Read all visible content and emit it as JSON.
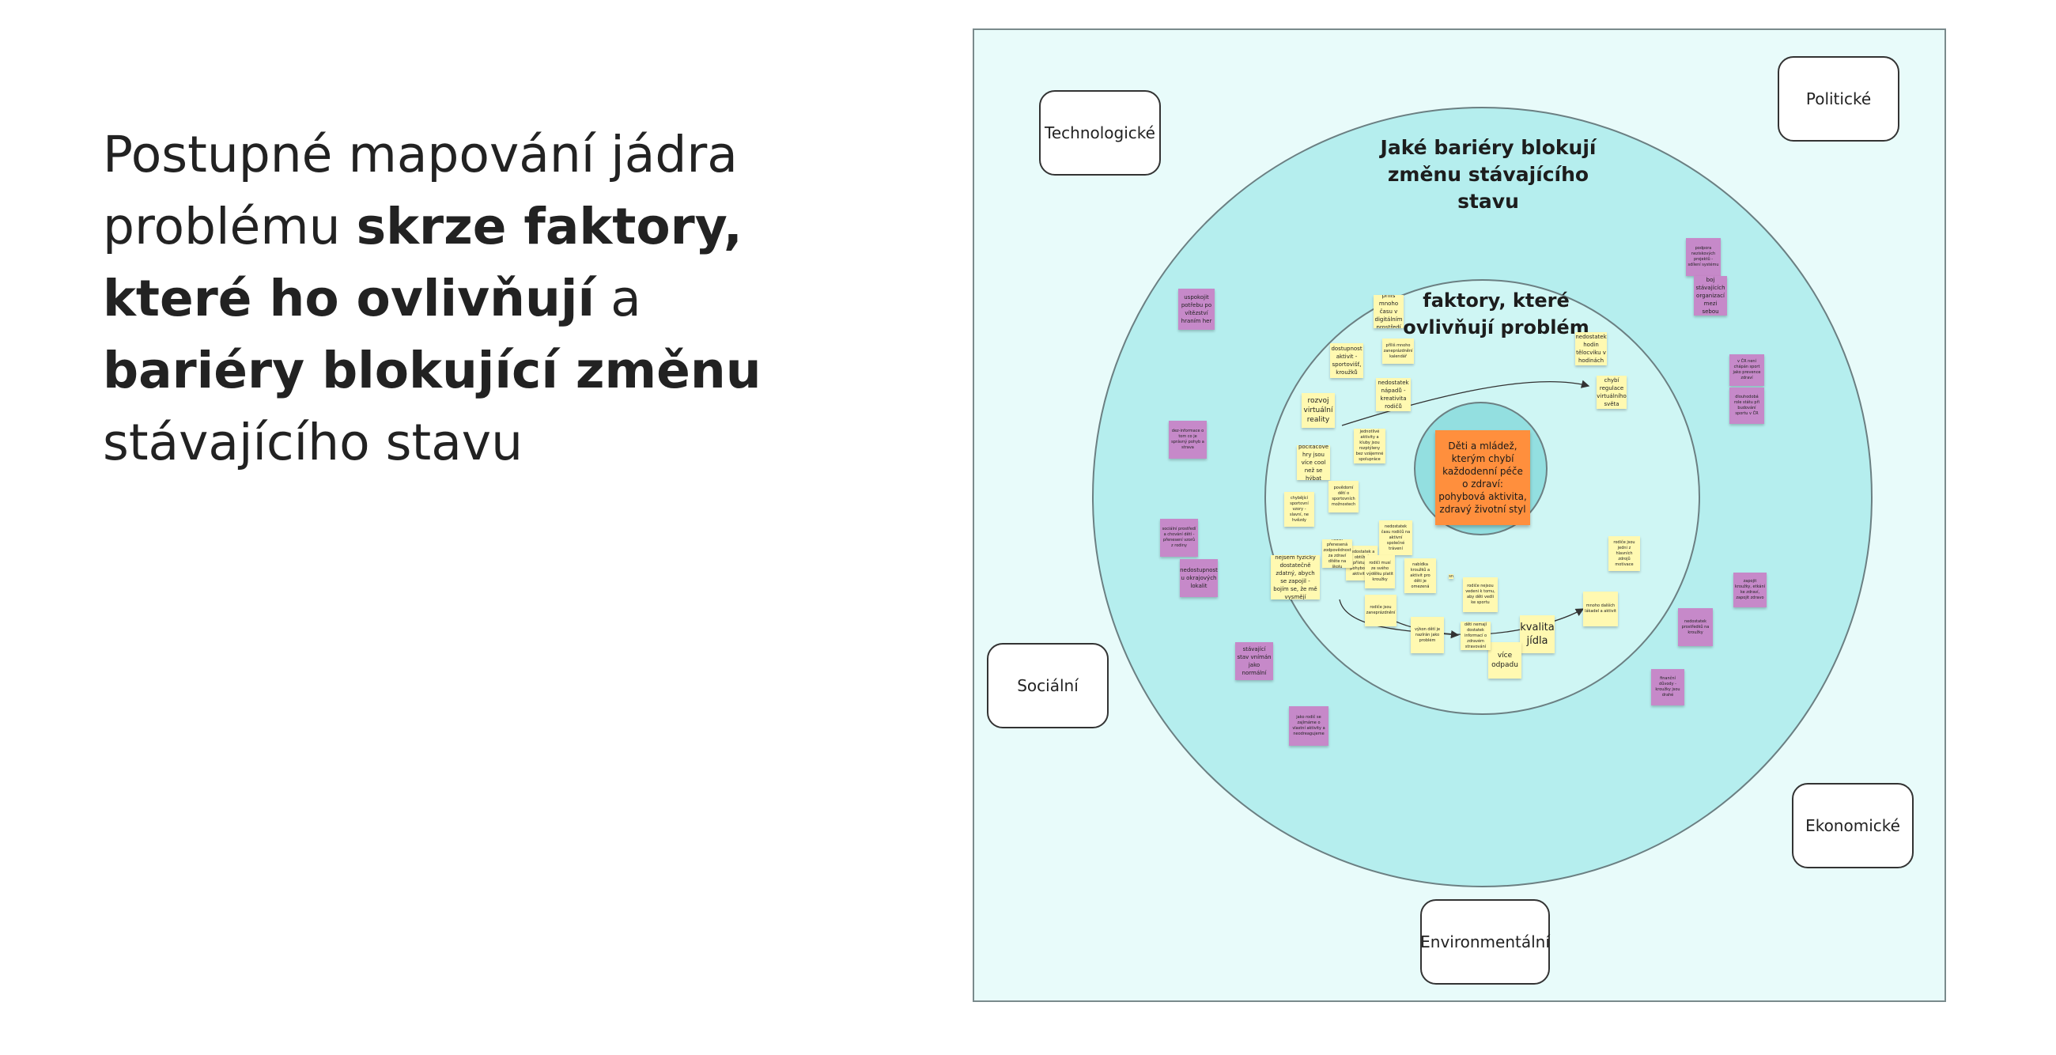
{
  "headline": {
    "p1": "Postupné mapování jádra problému ",
    "b1": "skrze faktory, které ho ovlivňují",
    "p2": " a ",
    "b2": "bariéry blokující změnu",
    "p3": " stávajícího stavu"
  },
  "board": {
    "categories": {
      "technological": "Technologické",
      "political": "Politické",
      "social": "Sociální",
      "economic": "Ekonomické",
      "environmental": "Environmentální"
    },
    "barrier_ring_title": "Jaké bariéry blokují změnu stávajícího stavu",
    "factor_ring_title": "faktory, které ovlivňují problém",
    "core_problem": "Děti a mládež, kterým chybí každodenní péče o zdraví: pohybová aktivita, zdravý životní styl",
    "factor_notes": [
      "příliš mnoho času v digitálním prostředí",
      "dostupnost aktivit - sportovišť, kroužků",
      "příliš mnoho zaneprázdnění kalendář",
      "nedostatek nápadů - kreativita rodičů",
      "rozvoj virtuální reality",
      "nedostatek hodin tělocviku v hodinách",
      "chybí regulace virtuálního světa",
      "jednotlivé aktivity a kluby jsou rozptýleny bez vzájemné spolupráce",
      "počítačové hry jsou více cool než se hýbat",
      "povědomí dětí o sportovních možnostech",
      "chybějící sportovní vzory - slavní, ne hvězdy",
      "nedostatek času rodičů na aktivní společné trávení",
      "nedostatek a obtížný přístup k pohybovým aktivitám",
      "nejsem fyzicky dostatečně zdatný, abych se zapojil - bojím se, že mě vysmějí",
      "rodiči přenesená zodpovědnost za zdraví dítěte na školu",
      "rodiči musí ze svého výdělku platit kroužky",
      "nabídka kroužků a aktivit pro děti je omezená",
      "rodiče jsou zaneprázdnění",
      "rodiče nejsou vedeni k tomu, aby děti vedli ke sportu",
      "rodiče jsou jedni z hlavních zdrojů motivace",
      "mnoho dalších lákadel a aktivit",
      "kvalita jídla",
      "více odpadu",
      "výkon dětí je nazírán jako problém",
      "jednotlivé aktivity se snaží oslovit děti jinak",
      "děti nemají dostatek informací o zdravém stravování"
    ],
    "barrier_notes": [
      "podpora neziskových projektů - sdílení systému",
      "boj stávajících organizací mezi sebou",
      "uspokojit potřebu po vítězství hraním her",
      "v ČR není chápán sport jako prevence zdraví",
      "dlouhodobá role státu při budování sportu v ČR",
      "dez-informace o tom co je správný pohyb a strava",
      "sociální prostředí a chování dětí - přenesení vzorů z rodiny",
      "nedostupnost u okrajových lokalit",
      "zapojit kroužky, etkání ke zdraví, zapojit zdravo",
      "stávající stav vnímán jako normální",
      "nedostatek prostředků na kroužky",
      "finanční důvody - kroužky jsou drahé",
      "jako rodič se zajímáme o vlastní aktivity a neodreagujeme"
    ]
  }
}
